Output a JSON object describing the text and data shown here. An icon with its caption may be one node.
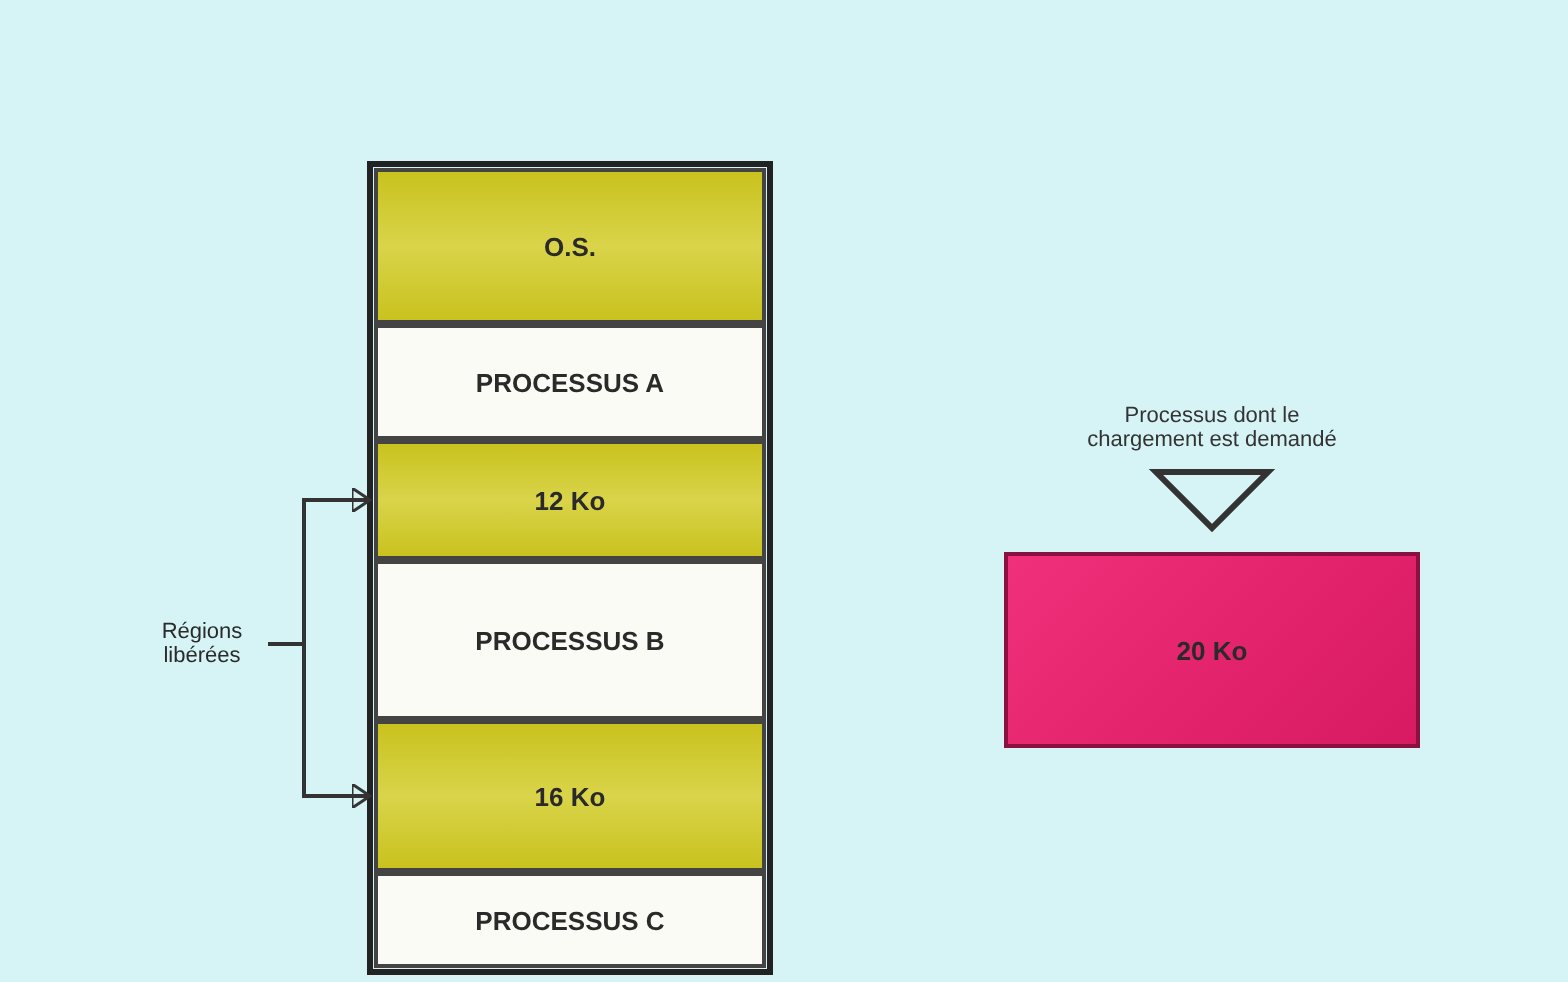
{
  "diagram": {
    "nodes": [
      {
        "text": [
          "O.S."
        ]
      },
      {
        "text": [
          "PROCESSUS A"
        ]
      },
      {
        "text": [
          "12 Ko"
        ]
      },
      {
        "text": [
          "PROCESSUS B"
        ]
      },
      {
        "text": [
          "16 Ko"
        ]
      },
      {
        "text": [
          "PROCESSUS C"
        ]
      },
      {
        "text": [
          "Régions libérées"
        ]
      },
      {
        "text": [
          "20 Ko"
        ]
      }
    ],
    "labels": [
      "Processus dont le chargement est demandé"
    ],
    "edges": [
      {
        "from": 6,
        "to": 2,
        "arrow": "to"
      },
      {
        "from": 6,
        "to": 4,
        "arrow": "to"
      }
    ]
  }
}
